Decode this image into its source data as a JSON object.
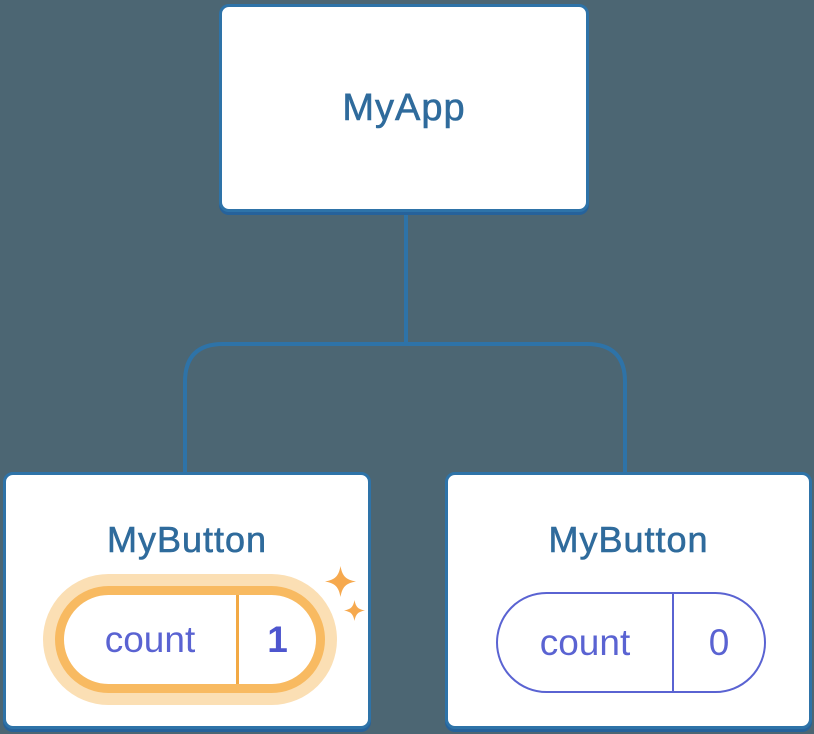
{
  "diagram": {
    "kind": "react-component-tree-with-state",
    "description": "Component tree: MyApp parent with two MyButton children; left child state updated"
  },
  "nodes": {
    "app": {
      "label": "MyApp"
    },
    "button_left": {
      "label": "MyButton",
      "state_key": "count",
      "state_value": "1",
      "highlighted": true
    },
    "button_right": {
      "label": "MyButton",
      "state_key": "count",
      "state_value": "0",
      "highlighted": false
    }
  },
  "icons": {
    "sparkle_large": "sparkle-icon",
    "sparkle_small": "sparkle-icon"
  },
  "colors": {
    "background": "#4C6673",
    "node_background": "#FFFFFF",
    "node_border_blue": "#2E73A8",
    "node_label_blue": "#2F6B9C",
    "connector_blue": "#2E73A8",
    "state_indigo": "#5A63D2",
    "state_value_indigo": "#4E56CE",
    "highlight_orange": "#F8BA61",
    "highlight_glow": "#FBDFB4",
    "highlight_divider": "#F2A944",
    "sparkle_orange": "#F6A94E"
  }
}
